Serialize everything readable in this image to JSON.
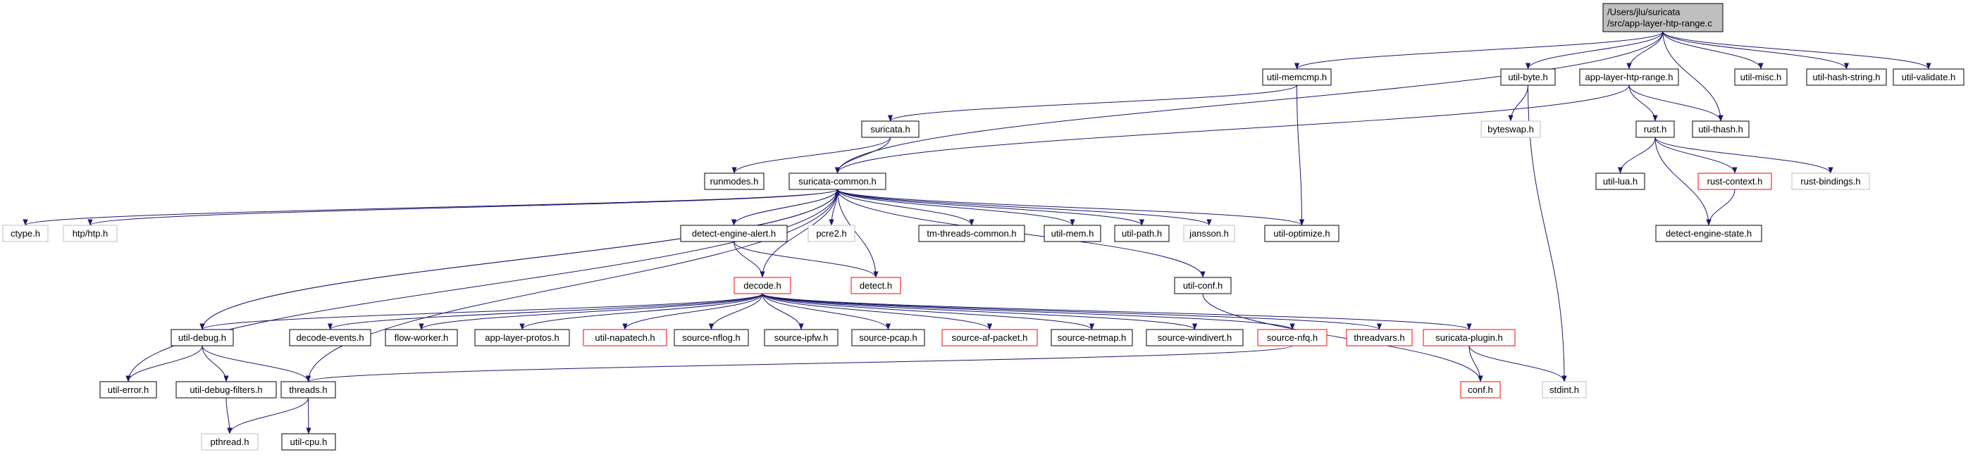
{
  "graph": {
    "colors": {
      "edge": "#191970",
      "root_fill": "#bfbfbf",
      "normal_border": "#000000",
      "truncated_border": "#ff0000",
      "external_border": "#bfbfbf",
      "background": "#ffffff"
    },
    "nodes": [
      {
        "id": "root",
        "lines": [
          "/Users/jlu/suricata",
          "/src/app-layer-htp-range.c"
        ],
        "kind": "root"
      },
      {
        "id": "util-memcmp",
        "lines": [
          "util-memcmp.h"
        ],
        "kind": "normal"
      },
      {
        "id": "util-byte",
        "lines": [
          "util-byte.h"
        ],
        "kind": "normal"
      },
      {
        "id": "app-layer-htp-range",
        "lines": [
          "app-layer-htp-range.h"
        ],
        "kind": "normal"
      },
      {
        "id": "util-misc",
        "lines": [
          "util-misc.h"
        ],
        "kind": "normal"
      },
      {
        "id": "util-hash-string",
        "lines": [
          "util-hash-string.h"
        ],
        "kind": "normal"
      },
      {
        "id": "util-validate",
        "lines": [
          "util-validate.h"
        ],
        "kind": "normal"
      },
      {
        "id": "suricata",
        "lines": [
          "suricata.h"
        ],
        "kind": "normal"
      },
      {
        "id": "byteswap",
        "lines": [
          "byteswap.h"
        ],
        "kind": "external"
      },
      {
        "id": "rust",
        "lines": [
          "rust.h"
        ],
        "kind": "normal"
      },
      {
        "id": "util-thash",
        "lines": [
          "util-thash.h"
        ],
        "kind": "normal"
      },
      {
        "id": "runmodes",
        "lines": [
          "runmodes.h"
        ],
        "kind": "normal"
      },
      {
        "id": "suricata-common",
        "lines": [
          "suricata-common.h"
        ],
        "kind": "normal"
      },
      {
        "id": "util-lua",
        "lines": [
          "util-lua.h"
        ],
        "kind": "normal"
      },
      {
        "id": "rust-context",
        "lines": [
          "rust-context.h"
        ],
        "kind": "truncated"
      },
      {
        "id": "rust-bindings",
        "lines": [
          "rust-bindings.h"
        ],
        "kind": "external"
      },
      {
        "id": "ctype",
        "lines": [
          "ctype.h"
        ],
        "kind": "external"
      },
      {
        "id": "htp",
        "lines": [
          "htp/htp.h"
        ],
        "kind": "external"
      },
      {
        "id": "detect-engine-alert",
        "lines": [
          "detect-engine-alert.h"
        ],
        "kind": "normal"
      },
      {
        "id": "pcre2",
        "lines": [
          "pcre2.h"
        ],
        "kind": "external"
      },
      {
        "id": "tm-threads-common",
        "lines": [
          "tm-threads-common.h"
        ],
        "kind": "normal"
      },
      {
        "id": "util-mem",
        "lines": [
          "util-mem.h"
        ],
        "kind": "normal"
      },
      {
        "id": "util-path",
        "lines": [
          "util-path.h"
        ],
        "kind": "normal"
      },
      {
        "id": "jansson",
        "lines": [
          "jansson.h"
        ],
        "kind": "external"
      },
      {
        "id": "util-optimize",
        "lines": [
          "util-optimize.h"
        ],
        "kind": "normal"
      },
      {
        "id": "detect-engine-state",
        "lines": [
          "detect-engine-state.h"
        ],
        "kind": "normal"
      },
      {
        "id": "decode",
        "lines": [
          "decode.h"
        ],
        "kind": "truncated"
      },
      {
        "id": "detect",
        "lines": [
          "detect.h"
        ],
        "kind": "truncated"
      },
      {
        "id": "util-conf",
        "lines": [
          "util-conf.h"
        ],
        "kind": "normal"
      },
      {
        "id": "util-debug",
        "lines": [
          "util-debug.h"
        ],
        "kind": "normal"
      },
      {
        "id": "decode-events",
        "lines": [
          "decode-events.h"
        ],
        "kind": "normal"
      },
      {
        "id": "flow-worker",
        "lines": [
          "flow-worker.h"
        ],
        "kind": "normal"
      },
      {
        "id": "app-layer-protos",
        "lines": [
          "app-layer-protos.h"
        ],
        "kind": "normal"
      },
      {
        "id": "util-napatech",
        "lines": [
          "util-napatech.h"
        ],
        "kind": "truncated"
      },
      {
        "id": "source-nflog",
        "lines": [
          "source-nflog.h"
        ],
        "kind": "normal"
      },
      {
        "id": "source-ipfw",
        "lines": [
          "source-ipfw.h"
        ],
        "kind": "normal"
      },
      {
        "id": "source-pcap",
        "lines": [
          "source-pcap.h"
        ],
        "kind": "normal"
      },
      {
        "id": "source-af-packet",
        "lines": [
          "source-af-packet.h"
        ],
        "kind": "truncated"
      },
      {
        "id": "source-netmap",
        "lines": [
          "source-netmap.h"
        ],
        "kind": "normal"
      },
      {
        "id": "source-windivert",
        "lines": [
          "source-windivert.h"
        ],
        "kind": "normal"
      },
      {
        "id": "source-nfq",
        "lines": [
          "source-nfq.h"
        ],
        "kind": "truncated"
      },
      {
        "id": "threadvars",
        "lines": [
          "threadvars.h"
        ],
        "kind": "truncated"
      },
      {
        "id": "suricata-plugin",
        "lines": [
          "suricata-plugin.h"
        ],
        "kind": "truncated"
      },
      {
        "id": "util-error",
        "lines": [
          "util-error.h"
        ],
        "kind": "normal"
      },
      {
        "id": "util-debug-filters",
        "lines": [
          "util-debug-filters.h"
        ],
        "kind": "normal"
      },
      {
        "id": "threads",
        "lines": [
          "threads.h"
        ],
        "kind": "normal"
      },
      {
        "id": "conf",
        "lines": [
          "conf.h"
        ],
        "kind": "truncated"
      },
      {
        "id": "stdint",
        "lines": [
          "stdint.h"
        ],
        "kind": "external"
      },
      {
        "id": "pthread",
        "lines": [
          "pthread.h"
        ],
        "kind": "external"
      },
      {
        "id": "util-cpu",
        "lines": [
          "util-cpu.h"
        ],
        "kind": "normal"
      }
    ],
    "edges": [
      [
        "root",
        "util-memcmp"
      ],
      [
        "root",
        "util-byte"
      ],
      [
        "root",
        "app-layer-htp-range"
      ],
      [
        "root",
        "util-misc"
      ],
      [
        "root",
        "util-hash-string"
      ],
      [
        "root",
        "util-validate"
      ],
      [
        "root",
        "util-thash"
      ],
      [
        "root",
        "suricata-common"
      ],
      [
        "util-memcmp",
        "suricata"
      ],
      [
        "util-memcmp",
        "util-optimize"
      ],
      [
        "util-byte",
        "byteswap"
      ],
      [
        "util-byte",
        "stdint"
      ],
      [
        "app-layer-htp-range",
        "rust"
      ],
      [
        "app-layer-htp-range",
        "util-thash"
      ],
      [
        "app-layer-htp-range",
        "suricata-common"
      ],
      [
        "suricata",
        "runmodes"
      ],
      [
        "suricata",
        "suricata-common"
      ],
      [
        "rust",
        "util-lua"
      ],
      [
        "rust",
        "rust-context"
      ],
      [
        "rust",
        "rust-bindings"
      ],
      [
        "rust",
        "detect-engine-state"
      ],
      [
        "rust-context",
        "detect-engine-state"
      ],
      [
        "suricata-common",
        "ctype"
      ],
      [
        "suricata-common",
        "htp"
      ],
      [
        "suricata-common",
        "pcre2"
      ],
      [
        "suricata-common",
        "detect-engine-alert"
      ],
      [
        "suricata-common",
        "tm-threads-common"
      ],
      [
        "suricata-common",
        "util-mem"
      ],
      [
        "suricata-common",
        "util-path"
      ],
      [
        "suricata-common",
        "jansson"
      ],
      [
        "suricata-common",
        "util-optimize"
      ],
      [
        "suricata-common",
        "util-conf"
      ],
      [
        "suricata-common",
        "util-debug"
      ],
      [
        "suricata-common",
        "util-error"
      ],
      [
        "suricata-common",
        "threads"
      ],
      [
        "detect-engine-alert",
        "suricata-common"
      ],
      [
        "detect-engine-alert",
        "decode"
      ],
      [
        "detect-engine-alert",
        "detect"
      ],
      [
        "detect",
        "suricata-common"
      ],
      [
        "decode",
        "suricata-common"
      ],
      [
        "decode",
        "util-debug"
      ],
      [
        "decode",
        "decode-events"
      ],
      [
        "decode",
        "flow-worker"
      ],
      [
        "decode",
        "app-layer-protos"
      ],
      [
        "decode",
        "util-napatech"
      ],
      [
        "decode",
        "source-nflog"
      ],
      [
        "decode",
        "source-ipfw"
      ],
      [
        "decode",
        "source-pcap"
      ],
      [
        "decode",
        "source-af-packet"
      ],
      [
        "decode",
        "source-netmap"
      ],
      [
        "decode",
        "source-windivert"
      ],
      [
        "decode",
        "source-nfq"
      ],
      [
        "decode",
        "threadvars"
      ],
      [
        "decode",
        "suricata-plugin"
      ],
      [
        "util-conf",
        "conf"
      ],
      [
        "util-debug",
        "suricata-common"
      ],
      [
        "util-debug",
        "util-error"
      ],
      [
        "util-debug",
        "util-debug-filters"
      ],
      [
        "util-debug",
        "threads"
      ],
      [
        "source-nfq",
        "threads"
      ],
      [
        "suricata-plugin",
        "conf"
      ],
      [
        "suricata-plugin",
        "stdint"
      ],
      [
        "util-debug-filters",
        "pthread"
      ],
      [
        "threads",
        "pthread"
      ],
      [
        "threads",
        "util-cpu"
      ]
    ]
  }
}
